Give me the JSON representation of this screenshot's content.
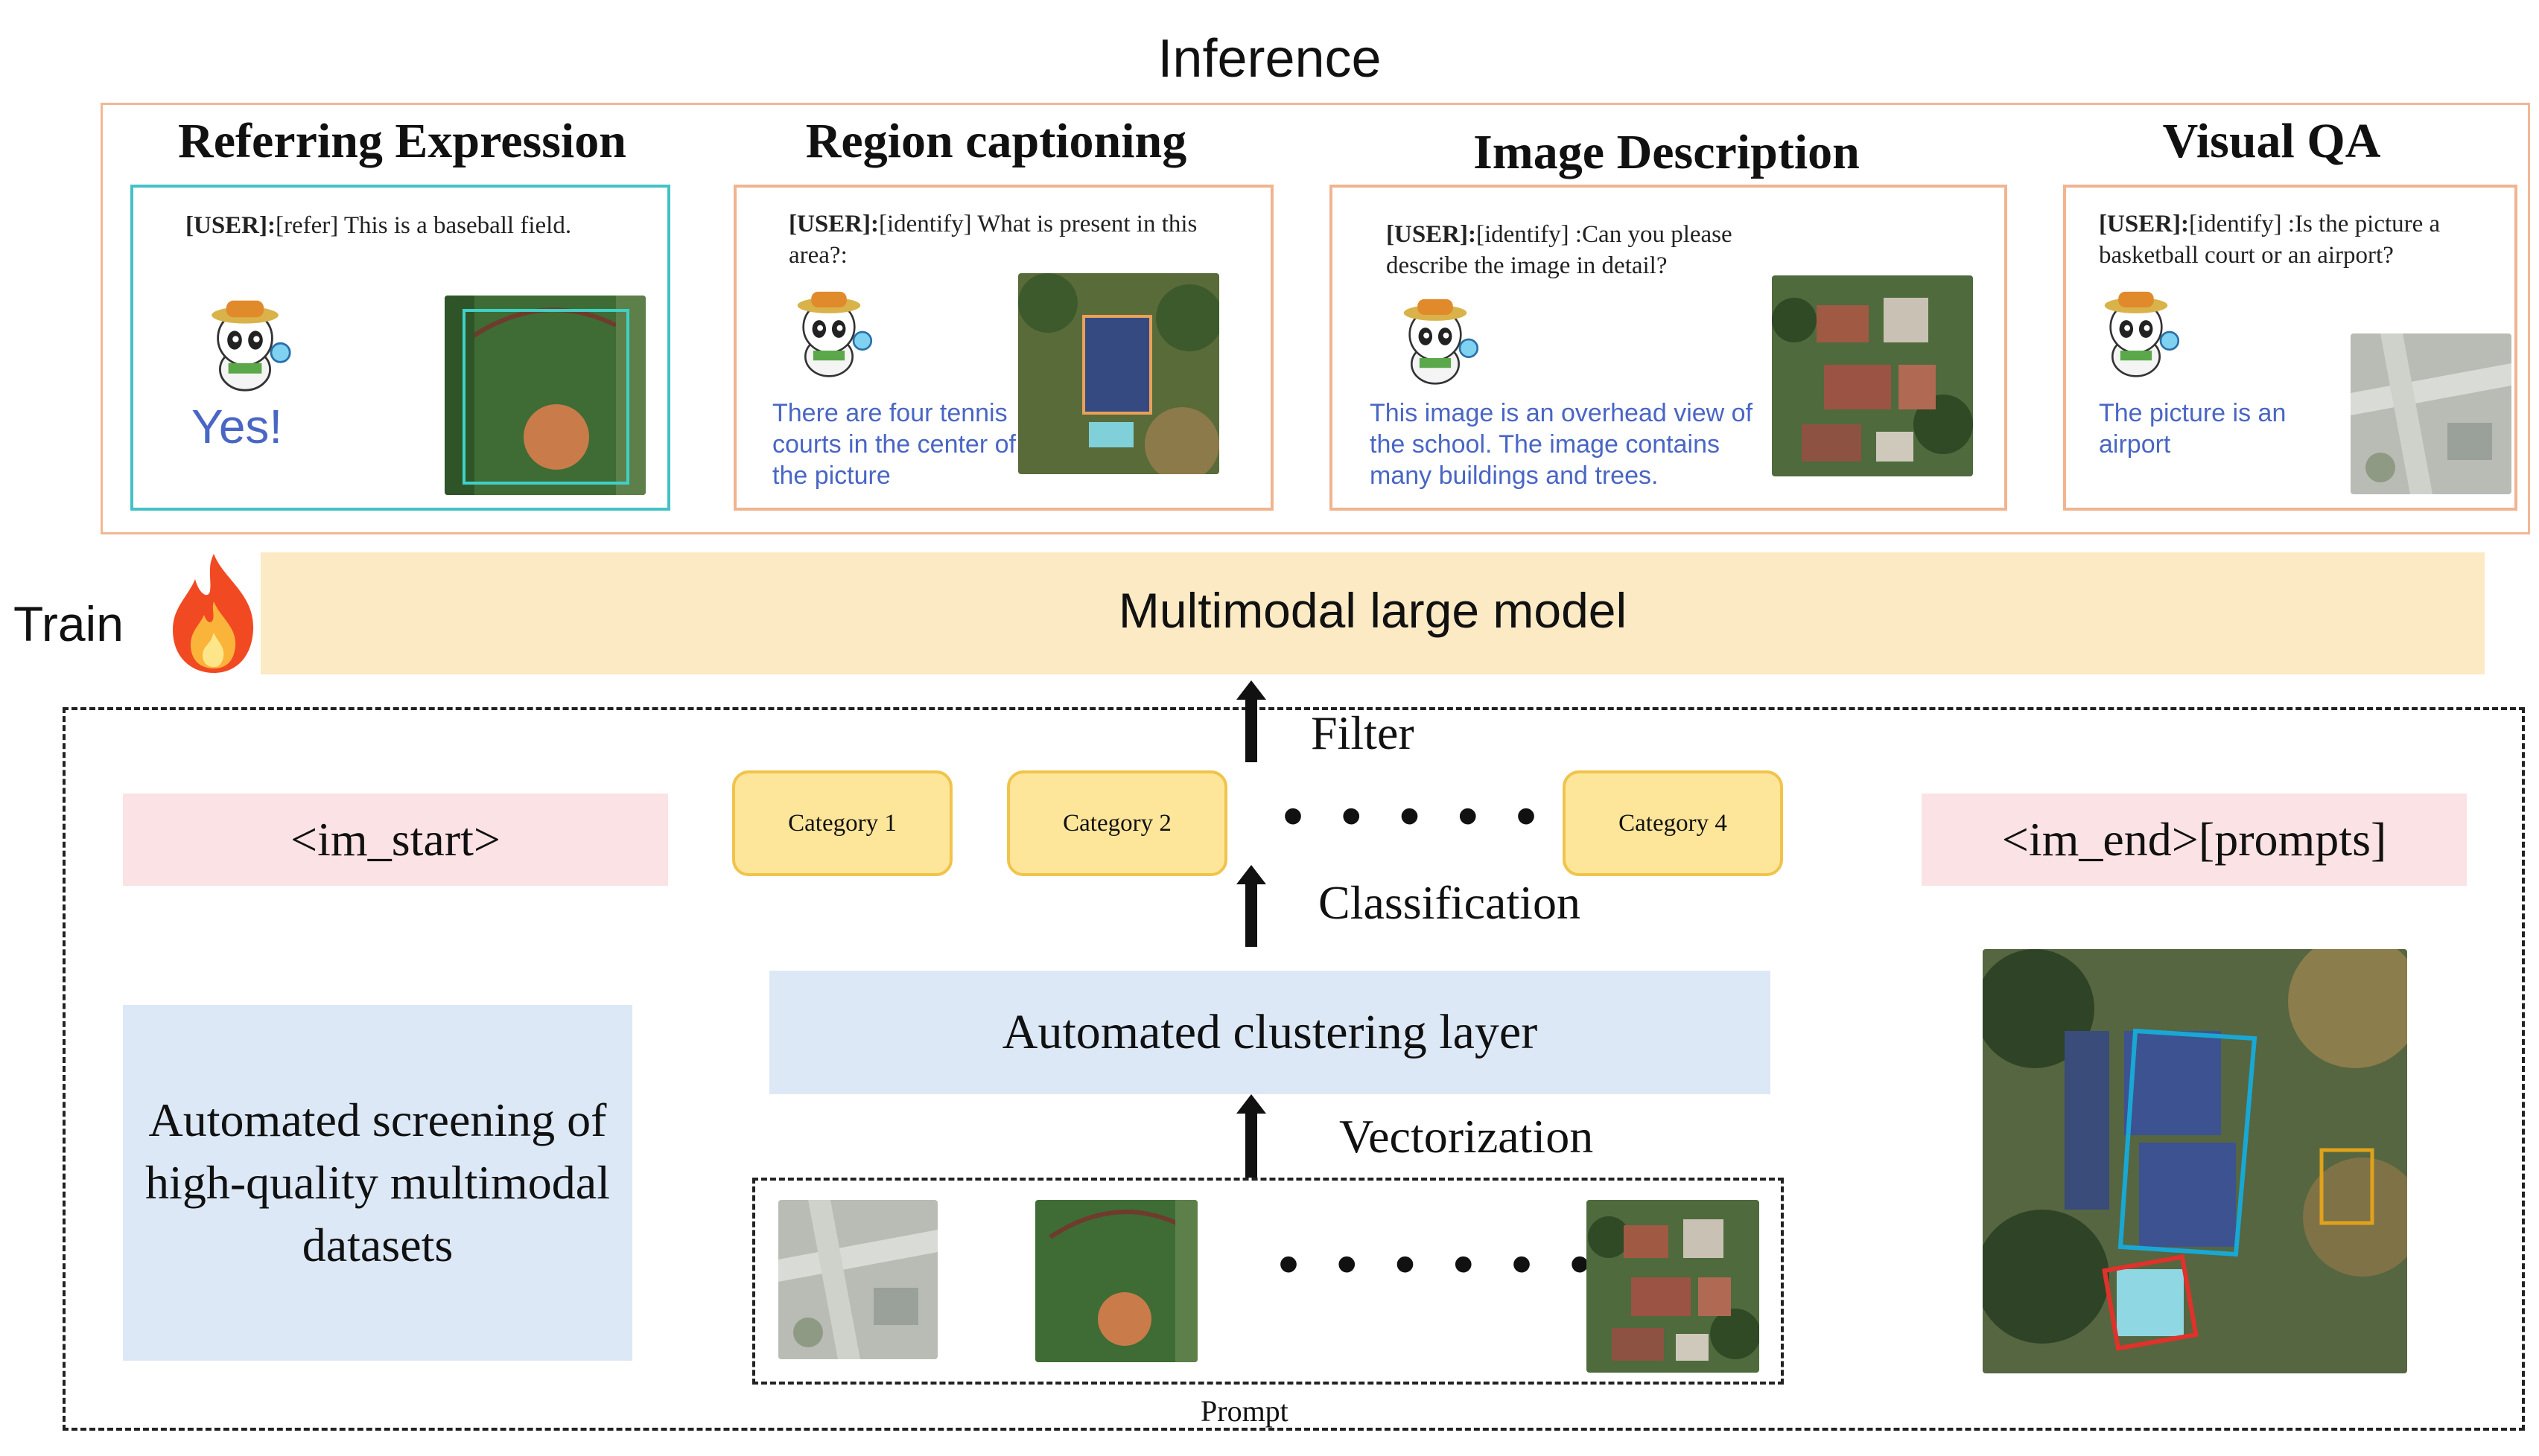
{
  "header": {
    "title": "Inference"
  },
  "panels": [
    {
      "title": "Referring Expression",
      "user_tag": "[USER]:",
      "user_text": "[refer] This is a baseball field.",
      "answer": "Yes!"
    },
    {
      "title": "Region captioning",
      "user_tag": "[USER]:",
      "user_text": "[identify] What is present in this area?:",
      "answer": "There are four tennis courts in the center of the picture"
    },
    {
      "title": "Image Description",
      "user_tag": "[USER]:",
      "user_text": "[identify] :Can you please describe the image in detail?",
      "answer": "This image is an overhead view of the school. The image contains many buildings and trees."
    },
    {
      "title": "Visual QA",
      "user_tag": "[USER]:",
      "user_text": "[identify] :Is the picture a basketball court or an airport?",
      "answer": "The picture is an airport"
    }
  ],
  "train": {
    "label": "Train",
    "icon": "fire-icon",
    "model_label": "Multimodal large model"
  },
  "pipeline": {
    "start_token": "<im_start>",
    "end_token": "<im_end>[prompts]",
    "categories": [
      "Category 1",
      "Category 2",
      "Category 4"
    ],
    "ellipsis": "• • • • • •",
    "filter_label": "Filter",
    "classification_label": "Classification",
    "clustering_label": "Automated clustering layer",
    "vectorization_label": "Vectorization",
    "screening_label": "Automated screening of high-quality multimodal datasets",
    "prompt_label": "Prompt"
  },
  "colors": {
    "inference_border": "#f2b896",
    "teal_card": "#43c1c4",
    "answer_blue": "#4a66c4",
    "model_bar": "#fbeac4",
    "token_pink": "#fbe2e4",
    "category_fill": "#fde59a",
    "layer_blue": "#dce8f6"
  }
}
